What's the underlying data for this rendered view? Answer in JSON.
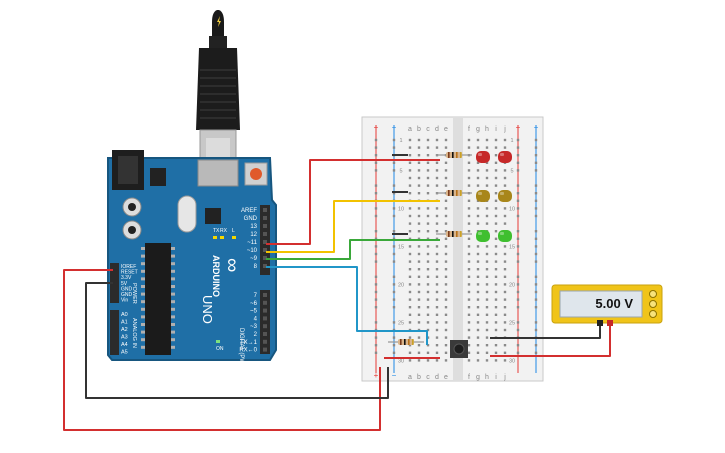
{
  "arduino": {
    "brand": "ARDUINO",
    "model": "UNO",
    "logo_glyph": "∞",
    "digital_header_title": "DIGITAL (PWM~)",
    "digital_top_labels": [
      "AREF",
      "GND",
      "13",
      "12",
      "~11",
      "~10",
      "~9",
      "8"
    ],
    "digital_bottom_labels": [
      "7",
      "~6",
      "~5",
      "4",
      "~3",
      "2",
      "TX→1",
      "RX←0"
    ],
    "power_header_title": "POWER",
    "power_labels": [
      "IOREF",
      "RESET",
      "3.3V",
      "5V",
      "GND",
      "GND",
      "Vin"
    ],
    "analog_header_title": "ANALOG IN",
    "analog_labels": [
      "A0",
      "A1",
      "A2",
      "A3",
      "A4",
      "A5"
    ],
    "led_labels": [
      "TX",
      "RX",
      "L",
      "ON"
    ],
    "colors": {
      "board": "#1f6fa6",
      "board_dark": "#17567f",
      "header": "#2b2b2b"
    }
  },
  "breadboard": {
    "rail_plus": "+",
    "rail_minus": "−",
    "columns_left": [
      "a",
      "b",
      "c",
      "d",
      "e"
    ],
    "columns_right": [
      "f",
      "g",
      "h",
      "i",
      "j"
    ],
    "row_numbers": [
      "1",
      "5",
      "10",
      "15",
      "20",
      "25",
      "30"
    ]
  },
  "multimeter": {
    "reading": "5.00 V",
    "colors": {
      "body": "#f0c419",
      "display": "#dfe6ec"
    }
  },
  "components": {
    "leds": [
      {
        "color_name": "red",
        "hex": "#c62828"
      },
      {
        "color_name": "yellow",
        "hex": "#a8861a"
      },
      {
        "color_name": "green",
        "hex": "#3fbf2f"
      }
    ],
    "wire_colors": {
      "red": "#d32f2f",
      "yellow": "#f2c200",
      "green": "#3aa83a",
      "blue": "#2196c8",
      "black": "#333333"
    },
    "icons": [
      "usb-plug-icon",
      "pushbutton-icon",
      "resistor-icon",
      "led-icon",
      "probe-icon"
    ]
  }
}
